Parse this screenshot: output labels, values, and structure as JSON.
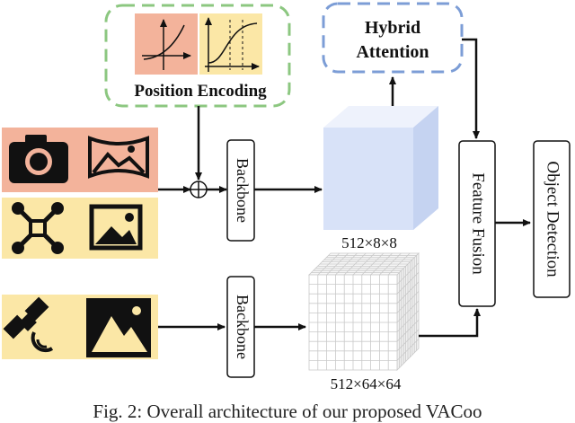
{
  "labels": {
    "position_encoding": "Position Encoding",
    "hybrid_attention_line1": "Hybrid",
    "hybrid_attention_line2": "Attention",
    "backbone_top": "Backbone",
    "backbone_bottom": "Backbone",
    "feature_fusion": "Feature Fusion",
    "object_detection": "Object Detection",
    "dim_top": "512×8×8",
    "dim_bottom": "512×64×64",
    "sum_symbol": "⊕"
  },
  "caption": "Fig. 2: Overall architecture of our proposed VACoo",
  "colors": {
    "salmon": "#f3b39b",
    "yellow": "#fbe7a6",
    "green_dash": "#8cc780",
    "blue_dash": "#7c9dd6",
    "cube_front": "#d8e2f8",
    "cube_top": "#eef2fc",
    "cube_side": "#c5d3f1",
    "grid_line": "#c9c9c9",
    "ink": "#111111"
  },
  "icons": {
    "camera": "camera-icon",
    "panorama": "panorama-icon",
    "drone": "drone-icon",
    "image": "image-icon",
    "satellite": "satellite-icon",
    "satellite_image": "mountain-image-icon",
    "curve_plot": "function-curve-icon",
    "sigmoid_plot": "sigmoid-curve-icon"
  }
}
